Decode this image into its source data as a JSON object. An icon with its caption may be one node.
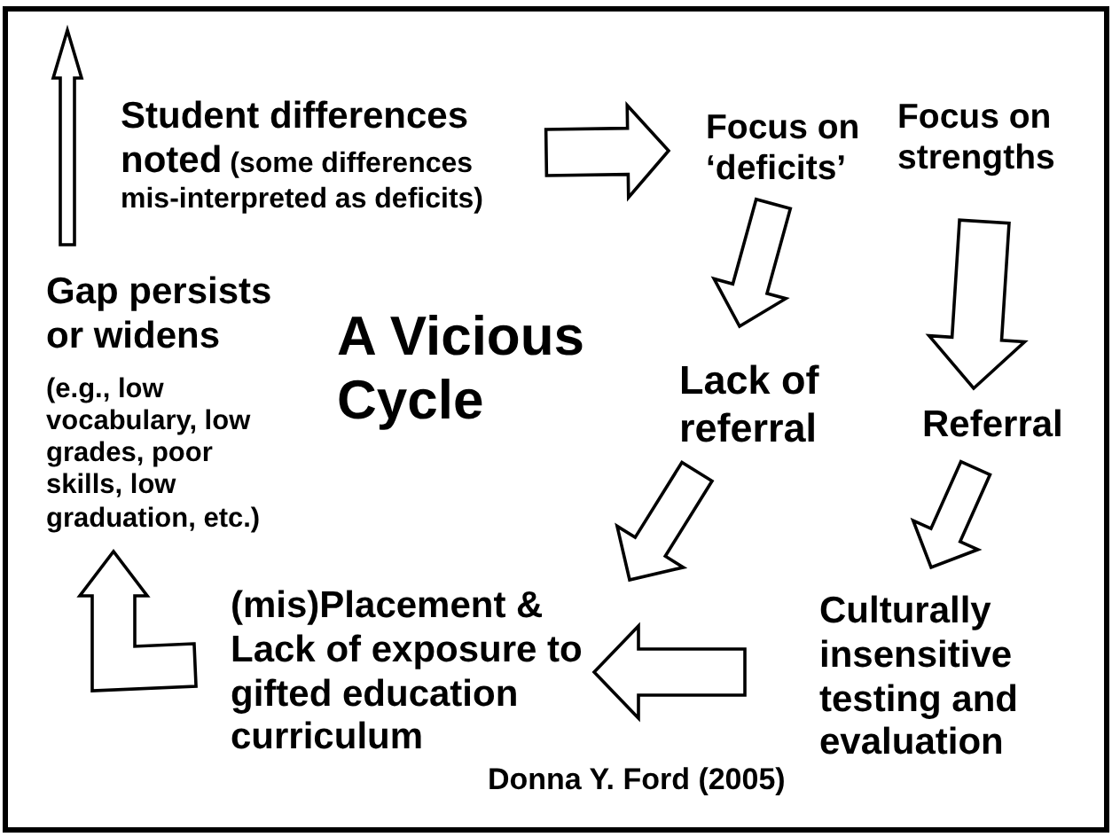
{
  "diagram": {
    "title": "A Vicious Cycle",
    "caption": "Donna Y. Ford (2005)",
    "nodes": [
      {
        "text": [
          "Student differences noted",
          "(some differences mis-interpreted as deficits)"
        ]
      },
      {
        "text": [
          "Focus on ‘deficits’"
        ]
      },
      {
        "text": [
          "Focus on strengths"
        ]
      },
      {
        "text": [
          "Lack of referral"
        ]
      },
      {
        "text": [
          "Referral"
        ]
      },
      {
        "text": [
          "Culturally insensitive testing and evaluation"
        ]
      },
      {
        "text": [
          "(mis)Placement & Lack of exposure to gifted education curriculum"
        ]
      },
      {
        "text": [
          "Gap persists or widens",
          "(e.g., low vocabulary, low grades, poor skills, low graduation, etc.)"
        ]
      }
    ],
    "edges": [
      {
        "from": 0,
        "to": 1,
        "arrow": "to"
      },
      {
        "from": 1,
        "to": 3,
        "arrow": "to"
      },
      {
        "from": 2,
        "to": 4,
        "arrow": "to"
      },
      {
        "from": 3,
        "to": 6,
        "arrow": "to"
      },
      {
        "from": 4,
        "to": 5,
        "arrow": "to"
      },
      {
        "from": 5,
        "to": 6,
        "arrow": "to"
      },
      {
        "from": 6,
        "to": 7,
        "arrow": "to"
      },
      {
        "from": 7,
        "to": 0,
        "arrow": "to"
      }
    ]
  }
}
